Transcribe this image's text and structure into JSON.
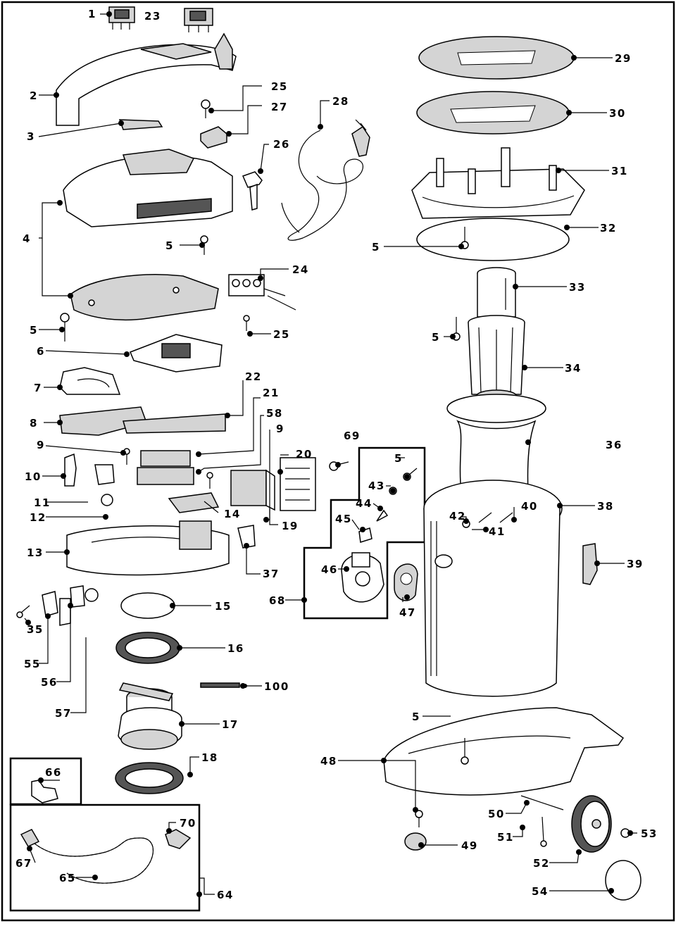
{
  "labels": {
    "p1": "1",
    "p23": "23",
    "p2": "2",
    "p3": "3",
    "p25a": "25",
    "p27": "27",
    "p28": "28",
    "p26": "26",
    "p4": "4",
    "p5a": "5",
    "p24": "24",
    "p5b": "5",
    "p25b": "25",
    "p6": "6",
    "p7": "7",
    "p22": "22",
    "p21": "21",
    "p8": "8",
    "p58": "58",
    "p9a": "9",
    "p9b": "9",
    "p20": "20",
    "p69": "69",
    "p10": "10",
    "p5c": "5",
    "p43": "43",
    "p44": "44",
    "p11": "11",
    "p14": "14",
    "p12": "12",
    "p19": "19",
    "p45": "45",
    "p13": "13",
    "p37": "37",
    "p46": "46",
    "p68": "68",
    "p47": "47",
    "p15": "15",
    "p35": "35",
    "p16": "16",
    "p55": "55",
    "p56": "56",
    "p100": "100",
    "p57": "57",
    "p17": "17",
    "p18": "18",
    "p66": "66",
    "p70": "70",
    "p67": "67",
    "p65": "65",
    "p64": "64",
    "p29": "29",
    "p30": "30",
    "p31": "31",
    "p32": "32",
    "p5d": "5",
    "p33": "33",
    "p5e": "5",
    "p34": "34",
    "p36": "36",
    "p38": "38",
    "p42": "42",
    "p40": "40",
    "p41": "41",
    "p39": "39",
    "p5f": "5",
    "p48": "48",
    "p50": "50",
    "p51": "51",
    "p53": "53",
    "p49": "49",
    "p52": "52",
    "p54": "54"
  }
}
